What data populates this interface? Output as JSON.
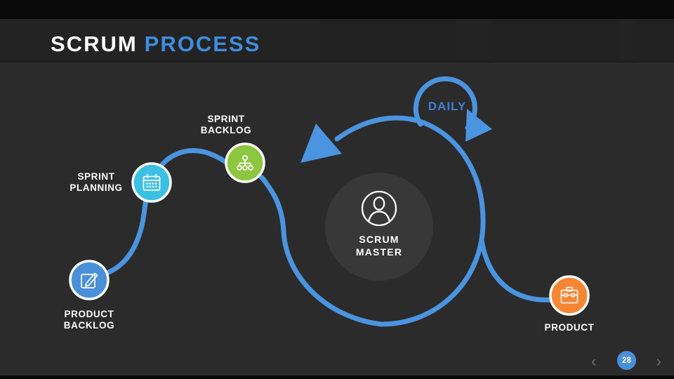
{
  "slide": {
    "title_primary": "SCRUM",
    "title_secondary": "PROCESS",
    "accent_color": "#3d8ede",
    "background_color": "#2b2b2b"
  },
  "diagram": {
    "path_color": "#4a94e0",
    "loop_label": "DAILY",
    "center": {
      "line1": "SCRUM",
      "line2": "MASTER",
      "icon": "person-icon",
      "color": "#383838"
    },
    "nodes": [
      {
        "id": "product-backlog",
        "line1": "PRODUCT",
        "line2": "BACKLOG",
        "icon": "edit-icon",
        "color": "#4a90d9"
      },
      {
        "id": "sprint-planning",
        "line1": "SPRINT",
        "line2": "PLANNING",
        "icon": "calendar-icon",
        "color": "#3bc0e4"
      },
      {
        "id": "sprint-backlog",
        "line1": "SPRINT",
        "line2": "BACKLOG",
        "icon": "sitemap-icon",
        "color": "#8dc63f"
      },
      {
        "id": "product",
        "line1": "PRODUCT",
        "line2": "",
        "icon": "briefcase-icon",
        "color": "#f58634"
      }
    ]
  },
  "nav": {
    "page_number": "28",
    "prev_icon": "‹",
    "next_icon": "›",
    "page_badge_color": "#4a90d9"
  }
}
